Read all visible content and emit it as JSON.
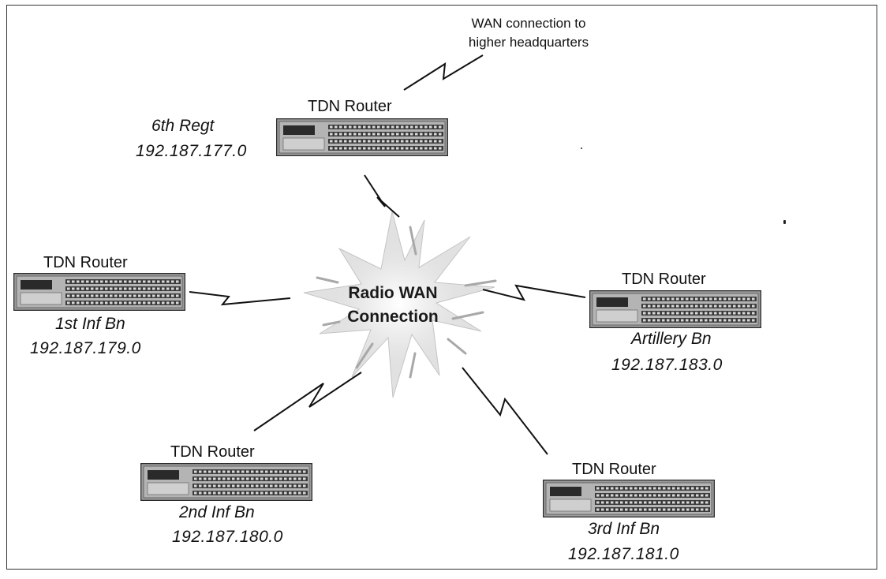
{
  "wan_note": {
    "line1": "WAN connection to",
    "line2": "higher headquarters"
  },
  "center": {
    "line1": "Radio WAN",
    "line2": "Connection"
  },
  "nodes": [
    {
      "title": "TDN Router",
      "unit": "6th Regt",
      "ip": "192.187.177.0"
    },
    {
      "title": "TDN Router",
      "unit": "1st Inf Bn",
      "ip": "192.187.179.0"
    },
    {
      "title": "TDN Router",
      "unit": "Artillery Bn",
      "ip": "192.187.183.0"
    },
    {
      "title": "TDN Router",
      "unit": "2nd Inf Bn",
      "ip": "192.187.180.0"
    },
    {
      "title": "TDN Router",
      "unit": "3rd Inf Bn",
      "ip": "192.187.181.0"
    }
  ],
  "colors": {
    "router_body": "#9a9a9a",
    "router_dark": "#2a2a2a",
    "starburst": "#b9b9b9",
    "line": "#111111"
  }
}
